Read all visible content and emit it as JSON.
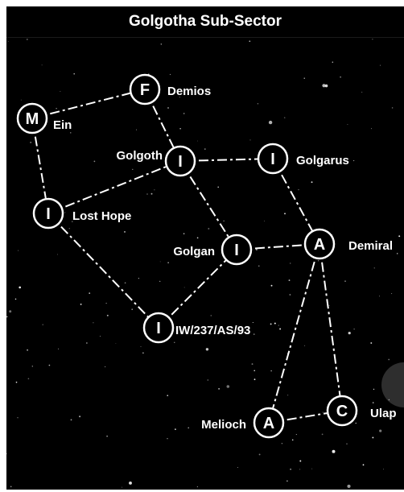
{
  "title": "Golgotha Sub-Sector",
  "colors": {
    "background": "#000000",
    "node_stroke": "#ffffff",
    "text": "#ffffff",
    "route_line": "#ffffff"
  },
  "systems": [
    {
      "id": "demios",
      "class": "F",
      "name": "Demios"
    },
    {
      "id": "ein",
      "class": "M",
      "name": "Ein"
    },
    {
      "id": "golgoth",
      "class": "I",
      "name": "Golgoth"
    },
    {
      "id": "golgarus",
      "class": "I",
      "name": "Golgarus"
    },
    {
      "id": "losthope",
      "class": "I",
      "name": "Lost Hope"
    },
    {
      "id": "golgan",
      "class": "I",
      "name": "Golgan"
    },
    {
      "id": "demiral",
      "class": "A",
      "name": "Demiral"
    },
    {
      "id": "iw237",
      "class": "I",
      "name": "IW/237/AS/93"
    },
    {
      "id": "ulap",
      "class": "C",
      "name": "Ulap"
    },
    {
      "id": "melioch",
      "class": "A",
      "name": "Melioch"
    }
  ],
  "routes": [
    [
      "ein",
      "demios"
    ],
    [
      "demios",
      "golgoth"
    ],
    [
      "ein",
      "losthope"
    ],
    [
      "losthope",
      "golgoth"
    ],
    [
      "golgoth",
      "golgarus"
    ],
    [
      "golgoth",
      "golgan"
    ],
    [
      "golgarus",
      "demiral"
    ],
    [
      "golgan",
      "demiral"
    ],
    [
      "losthope",
      "iw237"
    ],
    [
      "iw237",
      "golgan"
    ],
    [
      "demiral",
      "melioch"
    ],
    [
      "demiral",
      "ulap"
    ],
    [
      "melioch",
      "ulap"
    ]
  ]
}
